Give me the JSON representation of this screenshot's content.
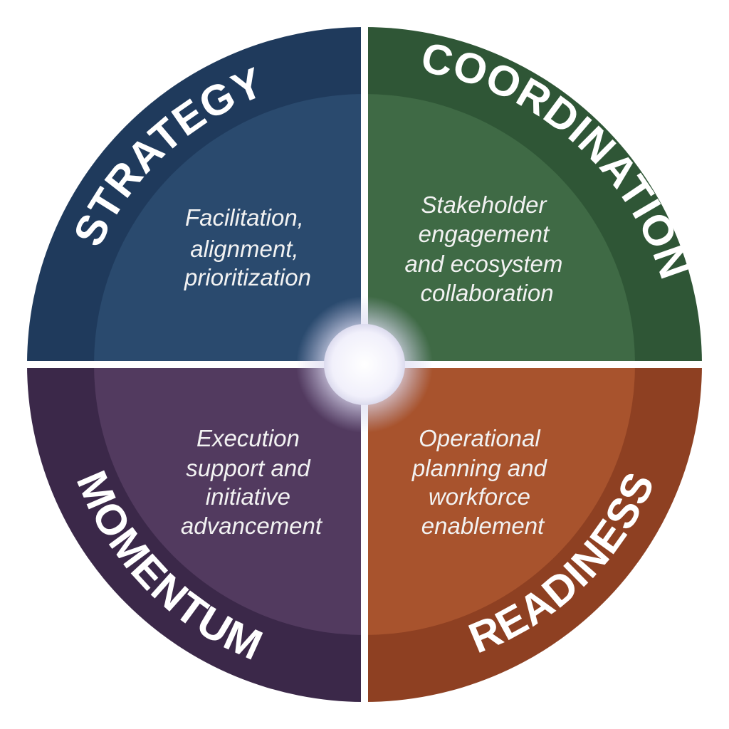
{
  "quadrants": [
    {
      "id": "strategy",
      "title": "STRATEGY",
      "description": [
        "Facilitation,",
        "alignment,",
        "prioritization"
      ],
      "colors": {
        "outer": "#1f3a5c",
        "inner": "#2a4a6e"
      }
    },
    {
      "id": "coordination",
      "title": "COORDINATION",
      "description": [
        "Stakeholder",
        "engagement",
        "and ecosystem",
        "collaboration"
      ],
      "colors": {
        "outer": "#2f5636",
        "inner": "#3f6a45"
      }
    },
    {
      "id": "momentum",
      "title": "MOMENTUM",
      "description": [
        "Execution",
        "support and",
        "initiative",
        "advancement"
      ],
      "colors": {
        "outer": "#3b2849",
        "inner": "#523a5f"
      }
    },
    {
      "id": "readiness",
      "title": "READINESS",
      "description": [
        "Operational",
        "planning and",
        "workforce",
        "enablement"
      ],
      "colors": {
        "outer": "#8e4022",
        "inner": "#a8532d"
      }
    }
  ],
  "center": {
    "color": "#f4f4fb",
    "glow": "#c9c8e6"
  },
  "divider_color": "#ffffff"
}
